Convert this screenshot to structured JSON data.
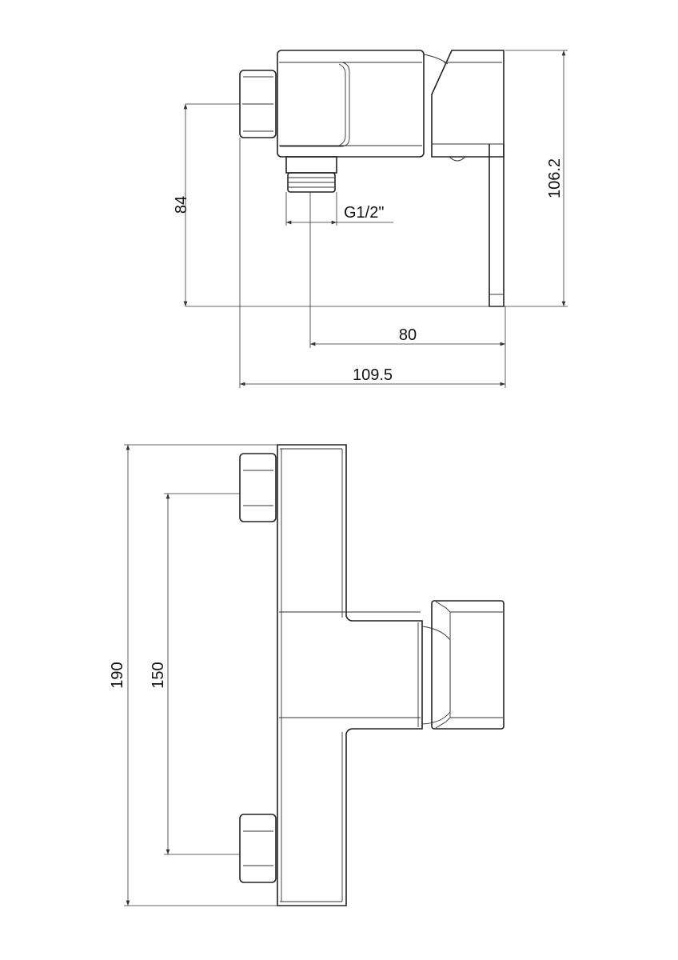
{
  "dimensions": {
    "side_height_inlet": "84",
    "side_total_height": "106.2",
    "thread": "G1/2\"",
    "side_depth_outlet": "80",
    "side_total_depth": "109.5",
    "front_total_height": "190",
    "front_inlet_spacing": "150"
  },
  "colors": {
    "line": "#222222",
    "background": "#ffffff"
  }
}
